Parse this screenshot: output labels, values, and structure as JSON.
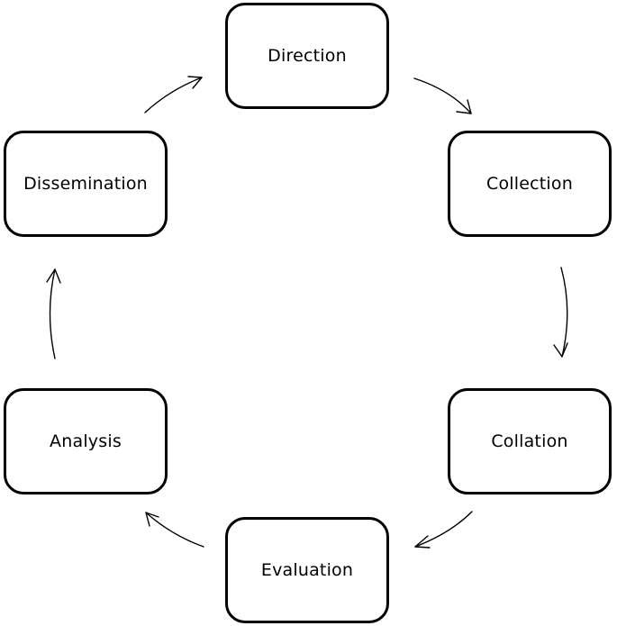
{
  "diagram": {
    "type": "cycle",
    "direction": "clockwise",
    "nodes": [
      {
        "id": "direction",
        "label": "Direction"
      },
      {
        "id": "collection",
        "label": "Collection"
      },
      {
        "id": "collation",
        "label": "Collation"
      },
      {
        "id": "evaluation",
        "label": "Evaluation"
      },
      {
        "id": "analysis",
        "label": "Analysis"
      },
      {
        "id": "dissemination",
        "label": "Dissemination"
      }
    ],
    "edges": [
      {
        "from": "direction",
        "to": "collection"
      },
      {
        "from": "collection",
        "to": "collation"
      },
      {
        "from": "collation",
        "to": "evaluation"
      },
      {
        "from": "evaluation",
        "to": "analysis"
      },
      {
        "from": "analysis",
        "to": "dissemination"
      },
      {
        "from": "dissemination",
        "to": "direction"
      }
    ],
    "colors": {
      "stroke": "#000000",
      "background": "#ffffff",
      "text": "#000000"
    }
  }
}
